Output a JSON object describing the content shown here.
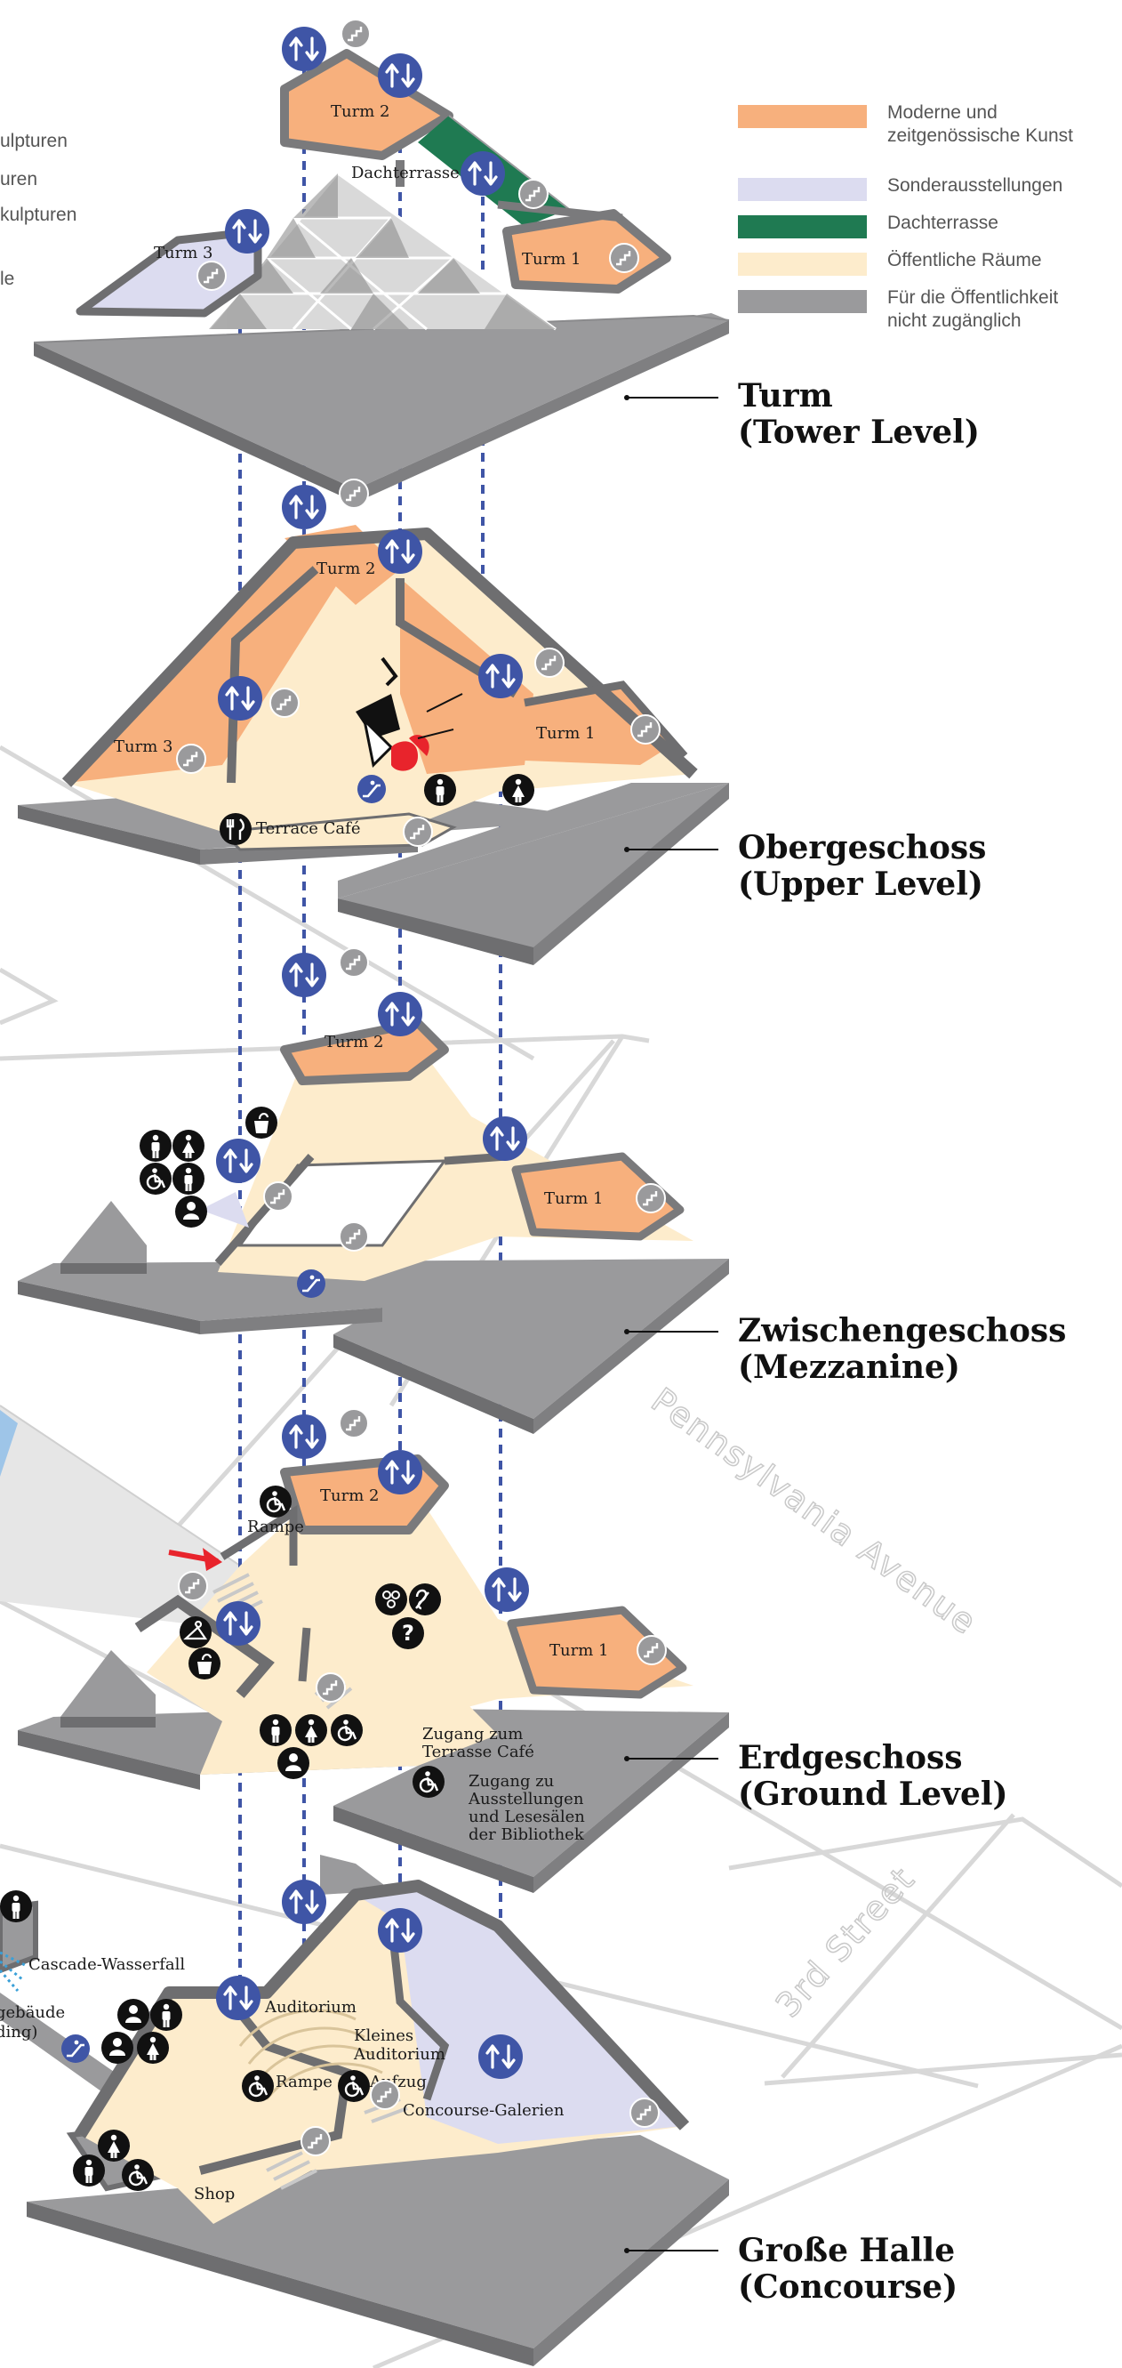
{
  "legend": {
    "items": [
      {
        "label": "Moderne und zeitgenössische Kunst",
        "color": "#f7b07d"
      },
      {
        "label": "Sonderausstellungen",
        "color": "#dcdcf0"
      },
      {
        "label": "Dachterrasse",
        "color": "#1f7a52"
      },
      {
        "label": "Öffentliche Räume",
        "color": "#fdeccc"
      },
      {
        "label": "Für die Öffentlichkeit nicht zugänglich",
        "color": "#9a9a9c"
      }
    ],
    "cut_off_lines": [
      "ulpturen",
      "uren",
      "kulpturen",
      "le"
    ]
  },
  "levels": [
    {
      "title_de": "Turm",
      "title_en": "(Tower Level)"
    },
    {
      "title_de": "Obergeschoss",
      "title_en": "(Upper Level)"
    },
    {
      "title_de": "Zwischengeschoss",
      "title_en": "(Mezzanine)"
    },
    {
      "title_de": "Erdgeschoss",
      "title_en": "(Ground Level)"
    },
    {
      "title_de": "Große Halle",
      "title_en": "(Concourse)"
    }
  ],
  "labels": {
    "tower": {
      "turm2": "Turm 2",
      "turm1": "Turm 1",
      "turm3": "Turm 3",
      "dachterrasse": "Dachterrasse"
    },
    "upper": {
      "turm2": "Turm 2",
      "turm1": "Turm 1",
      "turm3": "Turm 3",
      "cafe": "Terrace Café"
    },
    "mezz": {
      "turm2": "Turm 2",
      "turm1": "Turm 1"
    },
    "ground": {
      "turm2": "Turm 2",
      "turm1": "Turm 1",
      "rampe": "Rampe",
      "zugang_cafe_1": "Zugang zum",
      "zugang_cafe_2": "Terrasse Café",
      "zugang_aus_1": "Zugang zu",
      "zugang_aus_2": "Ausstellungen",
      "zugang_aus_3": "und Lesesälen",
      "zugang_aus_4": "der Bibliothek"
    },
    "concourse": {
      "cascade": "Cascade-Wasserfall",
      "auditorium": "Auditorium",
      "kleines_1": "Kleines",
      "kleines_2": "Auditorium",
      "rampe": "Rampe",
      "aufzug": "Aufzug",
      "galerien": "Concourse-Galerien",
      "shop": "Shop",
      "gebaeude_1": "gebäude",
      "gebaeude_2": "ding)"
    }
  },
  "streets": {
    "pennsylvania": "Pennsylvania Avenue",
    "third": "3rd Street"
  },
  "colors": {
    "modern": "#f7b07d",
    "special": "#dcdcf0",
    "terrace": "#1f7a52",
    "public": "#fdeccc",
    "closed": "#9a9a9c",
    "closed_dark": "#6e6e70",
    "elevator": "#3f55a6",
    "route": "#3f55a6",
    "arrow": "#e8242c"
  },
  "icons": {
    "elevator": "elevator-icon",
    "stairs": "stairs-icon",
    "escalator": "escalator-icon",
    "restroom_man": "restroom-man-icon",
    "restroom_woman": "restroom-woman-icon",
    "wheelchair": "wheelchair-icon",
    "info": "info-icon",
    "coat": "coat-check-icon",
    "water": "water-fountain-icon",
    "cafe": "cafe-icon",
    "baby": "baby-change-icon",
    "audio": "audio-guide-icon",
    "hearing": "hearing-icon",
    "entrance_arrow": "entrance-arrow-icon"
  }
}
